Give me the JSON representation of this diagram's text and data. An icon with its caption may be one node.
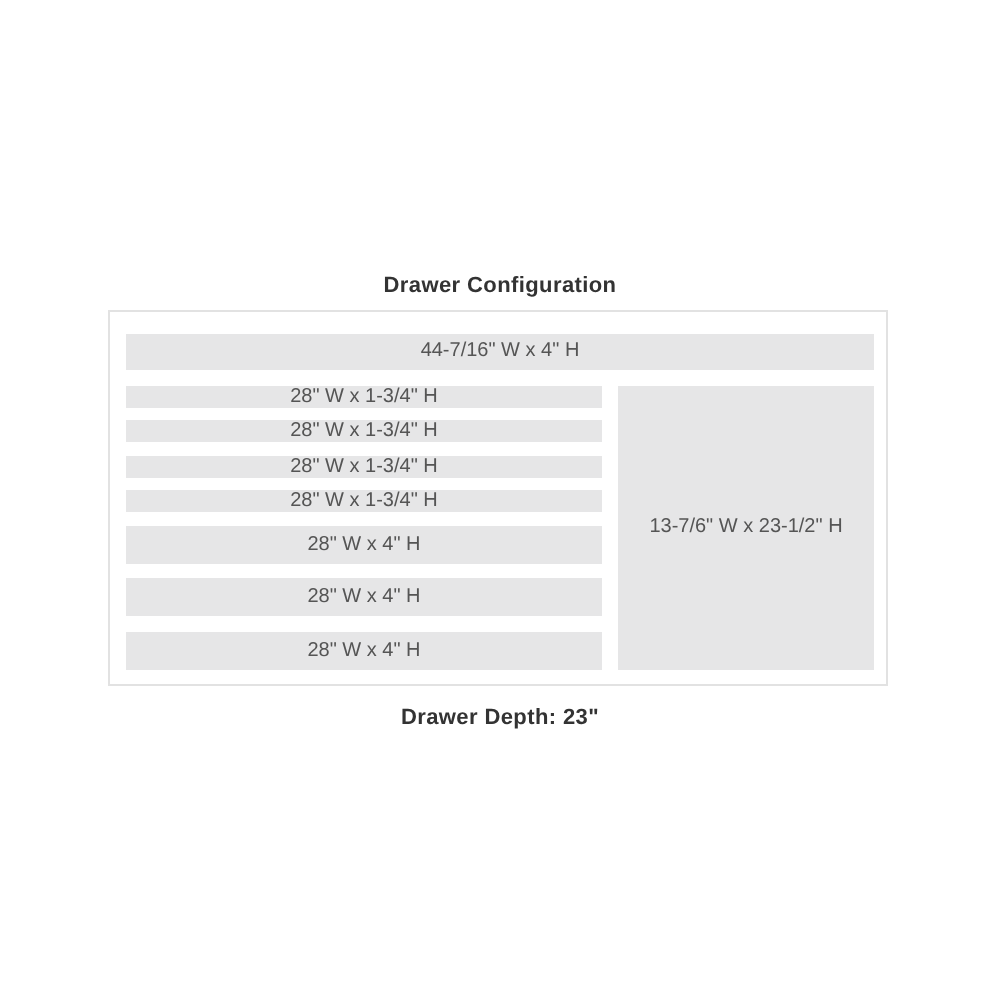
{
  "diagram": {
    "title": "Drawer Configuration",
    "caption": "Drawer Depth: 23\"",
    "nodes": [
      {
        "text": [],
        "shape": "box"
      },
      {
        "text": [
          "44-7/16\" W x 4\" H"
        ],
        "in": 0
      },
      {
        "text": [
          "28\" W x 1-3/4\" H"
        ],
        "in": 0
      },
      {
        "text": [
          "28\" W x 1-3/4\" H"
        ],
        "in": 0
      },
      {
        "text": [
          "28\" W x 1-3/4\" H"
        ],
        "in": 0
      },
      {
        "text": [
          "28\" W x 1-3/4\" H"
        ],
        "in": 0
      },
      {
        "text": [
          "28\" W x 4\" H"
        ],
        "in": 0
      },
      {
        "text": [
          "28\" W x 4\" H"
        ],
        "in": 0
      },
      {
        "text": [
          "28\" W x 4\" H"
        ],
        "in": 0
      },
      {
        "text": [
          "13-7/6\" W x 23-1/2\" H"
        ],
        "in": 0
      }
    ]
  }
}
